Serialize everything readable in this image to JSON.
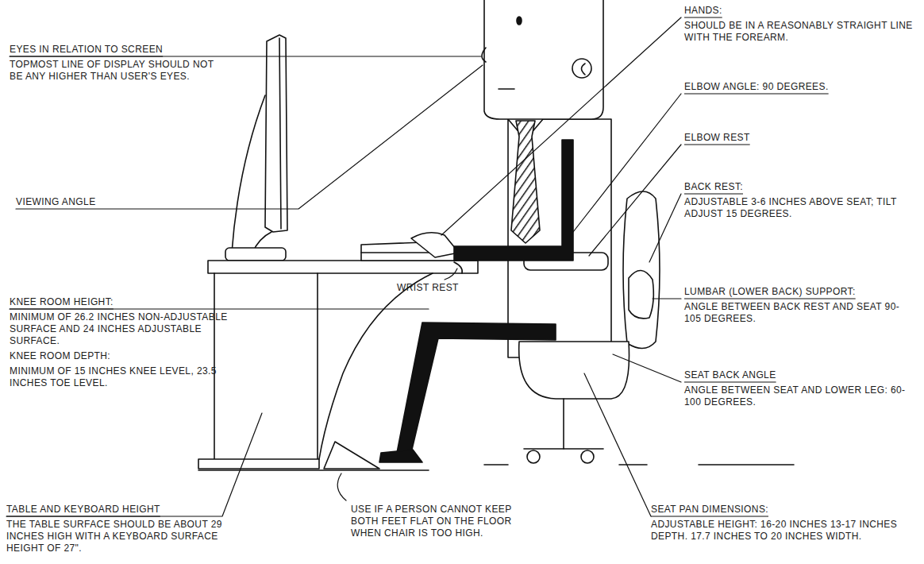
{
  "diagram": {
    "labels": [
      "EYES IN RELATION TO SCREEN",
      "TOPMOST LINE OF DISPLAY SHOULD NOT BE ANY HIGHER THAN USER'S EYES.",
      "VIEWING ANGLE",
      "KNEE ROOM HEIGHT:",
      "MINIMUM OF 26.2 INCHES NON-ADJUSTABLE SURFACE AND 24 INCHES ADJUSTABLE SURFACE.",
      "KNEE ROOM DEPTH:",
      "MINIMUM OF 15 INCHES KNEE LEVEL, 23.5 INCHES TOE LEVEL.",
      "WRIST REST",
      "TABLE AND KEYBOARD HEIGHT",
      "THE TABLE SURFACE SHOULD BE ABOUT 29 INCHES HIGH WITH A KEYBOARD SURFACE HEIGHT OF 27\".",
      "USE IF A PERSON CANNOT KEEP BOTH FEET FLAT ON THE FLOOR WHEN CHAIR IS TOO HIGH.",
      "HANDS:",
      "SHOULD BE IN A REASONABLY STRAIGHT LINE WITH THE FOREARM.",
      "ELBOW ANGLE: 90 DEGREES.",
      "ELBOW REST",
      "BACK REST:",
      "ADJUSTABLE 3-6 INCHES ABOVE SEAT; TILT ADJUST 15 DEGREES.",
      "LUMBAR (LOWER BACK) SUPPORT:",
      "ANGLE BETWEEN BACK REST AND SEAT 90-105 DEGREES.",
      "SEAT BACK ANGLE",
      "ANGLE BETWEEN SEAT AND LOWER LEG: 60-100 DEGREES.",
      "SEAT PAN DIMENSIONS:",
      "ADJUSTABLE HEIGHT: 16-20 INCHES 13-17 INCHES DEPTH. 17.7 INCHES TO 20 INCHES WIDTH."
    ]
  }
}
